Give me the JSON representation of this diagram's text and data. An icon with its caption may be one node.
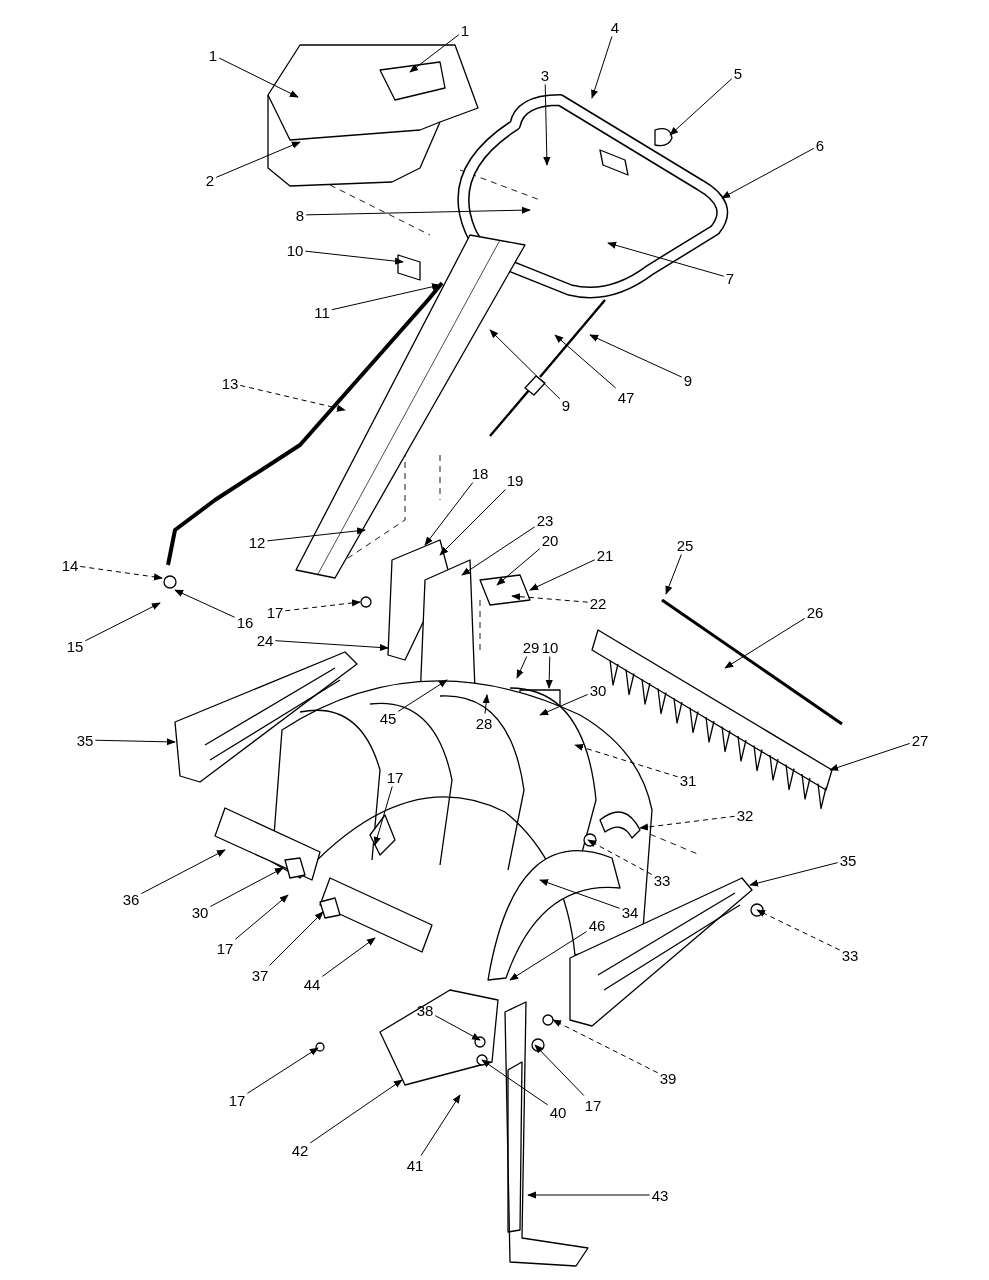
{
  "diagram": {
    "nodes": [
      {
        "text": [
          "1"
        ]
      },
      {
        "text": [
          "1"
        ]
      },
      {
        "text": [
          "2"
        ]
      },
      {
        "text": [
          "3"
        ]
      },
      {
        "text": [
          "4"
        ]
      },
      {
        "text": [
          "5"
        ]
      },
      {
        "text": [
          "6"
        ]
      },
      {
        "text": [
          "7"
        ]
      },
      {
        "text": [
          "8"
        ]
      },
      {
        "text": [
          "10"
        ]
      },
      {
        "text": [
          "11"
        ]
      },
      {
        "text": [
          "9"
        ]
      },
      {
        "text": [
          "9"
        ]
      },
      {
        "text": [
          "47"
        ]
      },
      {
        "text": [
          "13"
        ]
      },
      {
        "text": [
          "18"
        ]
      },
      {
        "text": [
          "19"
        ]
      },
      {
        "text": [
          "23"
        ]
      },
      {
        "text": [
          "20"
        ]
      },
      {
        "text": [
          "21"
        ]
      },
      {
        "text": [
          "25"
        ]
      },
      {
        "text": [
          "26"
        ]
      },
      {
        "text": [
          "12"
        ]
      },
      {
        "text": [
          "14"
        ]
      },
      {
        "text": [
          "17"
        ]
      },
      {
        "text": [
          "16"
        ]
      },
      {
        "text": [
          "22"
        ]
      },
      {
        "text": [
          "29"
        ]
      },
      {
        "text": [
          "10"
        ]
      },
      {
        "text": [
          "24"
        ]
      },
      {
        "text": [
          "15"
        ]
      },
      {
        "text": [
          "30"
        ]
      },
      {
        "text": [
          "35"
        ]
      },
      {
        "text": [
          "45"
        ]
      },
      {
        "text": [
          "28"
        ]
      },
      {
        "text": [
          "27"
        ]
      },
      {
        "text": [
          "31"
        ]
      },
      {
        "text": [
          "17"
        ]
      },
      {
        "text": [
          "32"
        ]
      },
      {
        "text": [
          "33"
        ]
      },
      {
        "text": [
          "35"
        ]
      },
      {
        "text": [
          "36"
        ]
      },
      {
        "text": [
          "30"
        ]
      },
      {
        "text": [
          "34"
        ]
      },
      {
        "text": [
          "46"
        ]
      },
      {
        "text": [
          "33"
        ]
      },
      {
        "text": [
          "17"
        ]
      },
      {
        "text": [
          "37"
        ]
      },
      {
        "text": [
          "44"
        ]
      },
      {
        "text": [
          "38"
        ]
      },
      {
        "text": [
          "39"
        ]
      },
      {
        "text": [
          "17"
        ]
      },
      {
        "text": [
          "40"
        ]
      },
      {
        "text": [
          "17"
        ]
      },
      {
        "text": [
          "42"
        ]
      },
      {
        "text": [
          "41"
        ]
      },
      {
        "text": [
          "43"
        ]
      }
    ],
    "edges": [
      {
        "from": 0,
        "to": null,
        "arrow": "to"
      },
      {
        "from": 1,
        "to": null,
        "arrow": "to"
      },
      {
        "from": 2,
        "to": null,
        "arrow": "to"
      },
      {
        "from": 3,
        "to": null,
        "arrow": "to"
      },
      {
        "from": 4,
        "to": null,
        "arrow": "to"
      },
      {
        "from": 5,
        "to": null,
        "arrow": "to"
      },
      {
        "from": 6,
        "to": null,
        "arrow": "to"
      },
      {
        "from": 7,
        "to": null,
        "arrow": "to"
      },
      {
        "from": 8,
        "to": null,
        "arrow": "to"
      },
      {
        "from": 9,
        "to": null,
        "arrow": "to"
      },
      {
        "from": 10,
        "to": null,
        "arrow": "to"
      },
      {
        "from": 11,
        "to": null,
        "arrow": "to"
      },
      {
        "from": 12,
        "to": null,
        "arrow": "to"
      },
      {
        "from": 13,
        "to": null,
        "arrow": "to"
      },
      {
        "from": 14,
        "to": null,
        "arrow": "to",
        "style": "dashed"
      },
      {
        "from": 15,
        "to": null,
        "arrow": "to"
      },
      {
        "from": 16,
        "to": null,
        "arrow": "to"
      },
      {
        "from": 17,
        "to": null,
        "arrow": "to"
      },
      {
        "from": 18,
        "to": null,
        "arrow": "to"
      },
      {
        "from": 19,
        "to": null,
        "arrow": "to"
      },
      {
        "from": 20,
        "to": null,
        "arrow": "to"
      },
      {
        "from": 21,
        "to": null,
        "arrow": "to"
      },
      {
        "from": 22,
        "to": null,
        "arrow": "to"
      },
      {
        "from": 23,
        "to": null,
        "arrow": "to",
        "style": "dashed"
      },
      {
        "from": 24,
        "to": null,
        "arrow": "to",
        "style": "dashed"
      },
      {
        "from": 25,
        "to": null,
        "arrow": "to"
      },
      {
        "from": 26,
        "to": null,
        "arrow": "to",
        "style": "dashed"
      },
      {
        "from": 27,
        "to": null,
        "arrow": "to"
      },
      {
        "from": 28,
        "to": null,
        "arrow": "to"
      },
      {
        "from": 29,
        "to": null,
        "arrow": "to"
      },
      {
        "from": 30,
        "to": null,
        "arrow": "to"
      },
      {
        "from": 31,
        "to": null,
        "arrow": "to"
      },
      {
        "from": 32,
        "to": null,
        "arrow": "to"
      },
      {
        "from": 33,
        "to": null,
        "arrow": "to"
      },
      {
        "from": 34,
        "to": null,
        "arrow": "to"
      },
      {
        "from": 35,
        "to": null,
        "arrow": "to"
      },
      {
        "from": 36,
        "to": null,
        "arrow": "to",
        "style": "dashed"
      },
      {
        "from": 37,
        "to": null,
        "arrow": "to"
      },
      {
        "from": 38,
        "to": null,
        "arrow": "to",
        "style": "dashed"
      },
      {
        "from": 39,
        "to": null,
        "arrow": "to",
        "style": "dashed"
      },
      {
        "from": 40,
        "to": null,
        "arrow": "to"
      },
      {
        "from": 41,
        "to": null,
        "arrow": "to"
      },
      {
        "from": 42,
        "to": null,
        "arrow": "to"
      },
      {
        "from": 43,
        "to": null,
        "arrow": "to"
      },
      {
        "from": 44,
        "to": null,
        "arrow": "to"
      },
      {
        "from": 45,
        "to": null,
        "arrow": "to",
        "style": "dashed"
      },
      {
        "from": 46,
        "to": null,
        "arrow": "to"
      },
      {
        "from": 47,
        "to": null,
        "arrow": "to"
      },
      {
        "from": 48,
        "to": null,
        "arrow": "to"
      },
      {
        "from": 49,
        "to": null,
        "arrow": "to"
      },
      {
        "from": 50,
        "to": null,
        "arrow": "to",
        "style": "dashed"
      },
      {
        "from": 51,
        "to": null,
        "arrow": "to"
      },
      {
        "from": 52,
        "to": null,
        "arrow": "to"
      },
      {
        "from": 53,
        "to": null,
        "arrow": "to"
      },
      {
        "from": 54,
        "to": null,
        "arrow": "to"
      },
      {
        "from": 55,
        "to": null,
        "arrow": "to"
      },
      {
        "from": 56,
        "to": null,
        "arrow": "to"
      }
    ]
  }
}
